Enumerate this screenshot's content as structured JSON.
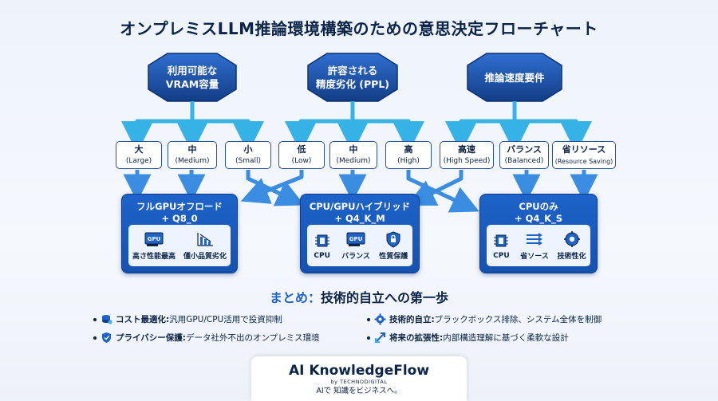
{
  "title": "オンプレミスLLM推論環境構築のための意思決定フローチャート",
  "hexes": [
    {
      "line1": "利用可能な",
      "line2": "VRAM容量"
    },
    {
      "line1": "許容される",
      "line2": "精度劣化 (PPL)"
    },
    {
      "line1": "推論速度要件",
      "line2": ""
    }
  ],
  "options": [
    {
      "label": "大",
      "sub": "(Large)"
    },
    {
      "label": "中",
      "sub": "(Medium)"
    },
    {
      "label": "小",
      "sub": "(Small)"
    },
    {
      "label": "低",
      "sub": "(Low)"
    },
    {
      "label": "中",
      "sub": "(Medium)"
    },
    {
      "label": "高",
      "sub": "(High)"
    },
    {
      "label": "高速",
      "sub": "(High Speed)"
    },
    {
      "label": "バランス",
      "sub": "(Balanced)"
    },
    {
      "label": "省リソース",
      "sub": "(Resource Saving)"
    }
  ],
  "results": [
    {
      "line1": "フルGPUオフロード",
      "line2": "+ Q8_0",
      "features": [
        {
          "icon": "gpu-card-icon",
          "label": "高さ性能最高",
          "chip": "GPU"
        },
        {
          "icon": "quality-chart-icon",
          "label": "僅小品質劣化"
        }
      ]
    },
    {
      "line1": "CPU/GPUハイブリッド",
      "line2": "+ Q4_K_M",
      "features": [
        {
          "icon": "cpu-chip-icon",
          "label": "CPU"
        },
        {
          "icon": "gpu-card-icon",
          "label": "バランス",
          "chip": "GPU"
        },
        {
          "icon": "shield-lock-icon",
          "label": "性質保護"
        }
      ]
    },
    {
      "line1": "CPUのみ",
      "line2": "+ Q4_K_S",
      "features": [
        {
          "icon": "cpu-chip-icon",
          "label": "CPU"
        },
        {
          "icon": "arrows-right-icon",
          "label": "省ソース"
        },
        {
          "icon": "brain-gear-icon",
          "label": "技術性化"
        }
      ]
    }
  ],
  "summary": {
    "title_prefix": "まとめ",
    "title_sep": "：",
    "title_main": "技術的自立への第一歩",
    "items": [
      {
        "icon": "coin-stack-icon",
        "bold": "コスト最適化:",
        "text": " 汎用GPU/CPU活用で投資抑制"
      },
      {
        "icon": "gear-icon",
        "bold": "技術的自立:",
        "text": " ブラックボックス排除、システム全体を制御"
      },
      {
        "icon": "shield-icon",
        "bold": "プライバシー保護:",
        "text": " データ社外不出のオンプレミス環境"
      },
      {
        "icon": "expand-arrows-icon",
        "bold": "将来の拡張性:",
        "text": " 内部構造理解に基づく柔軟な設計"
      }
    ]
  },
  "logo": {
    "main": "AI KnowledgeFlow",
    "by": "by TECHNODIGITAL",
    "tagline": "AIで 知識をビジネスへ。"
  },
  "colors": {
    "navy": "#0b2447",
    "blue": "#1d63c9",
    "arrow": "#35b2e6",
    "hex": "#1a4fa0"
  }
}
